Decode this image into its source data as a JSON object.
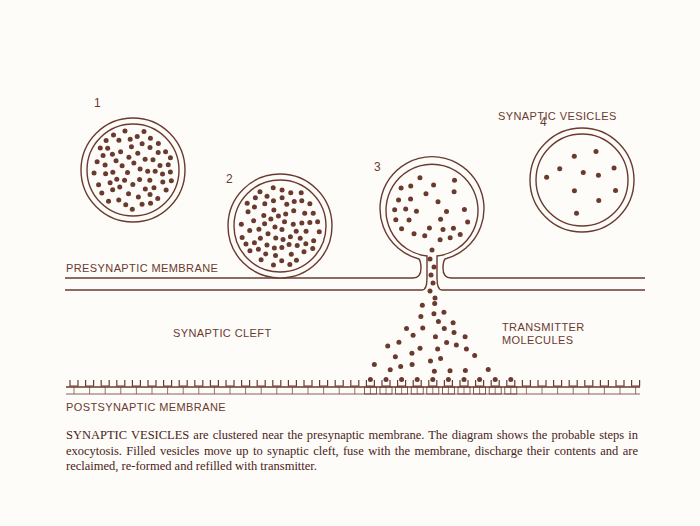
{
  "diagram": {
    "caption": "SYNAPTIC VESICLES are clustered near the presynaptic membrane. The diagram shows the probable steps in exocytosis. Filled vesicles move up to synaptic cleft, fuse with the membrane, discharge their contents and are reclaimed, re-formed and refilled with transmitter.",
    "labels": [
      "SYNAPTIC VESICLES",
      "1",
      "2",
      "3",
      "4",
      "PRESYNAPTIC MEMBRANE",
      "SYNAPTIC CLEFT",
      "TRANSMITTER MOLECULES",
      "POSTSYNAPTIC MEMBRANE"
    ]
  }
}
